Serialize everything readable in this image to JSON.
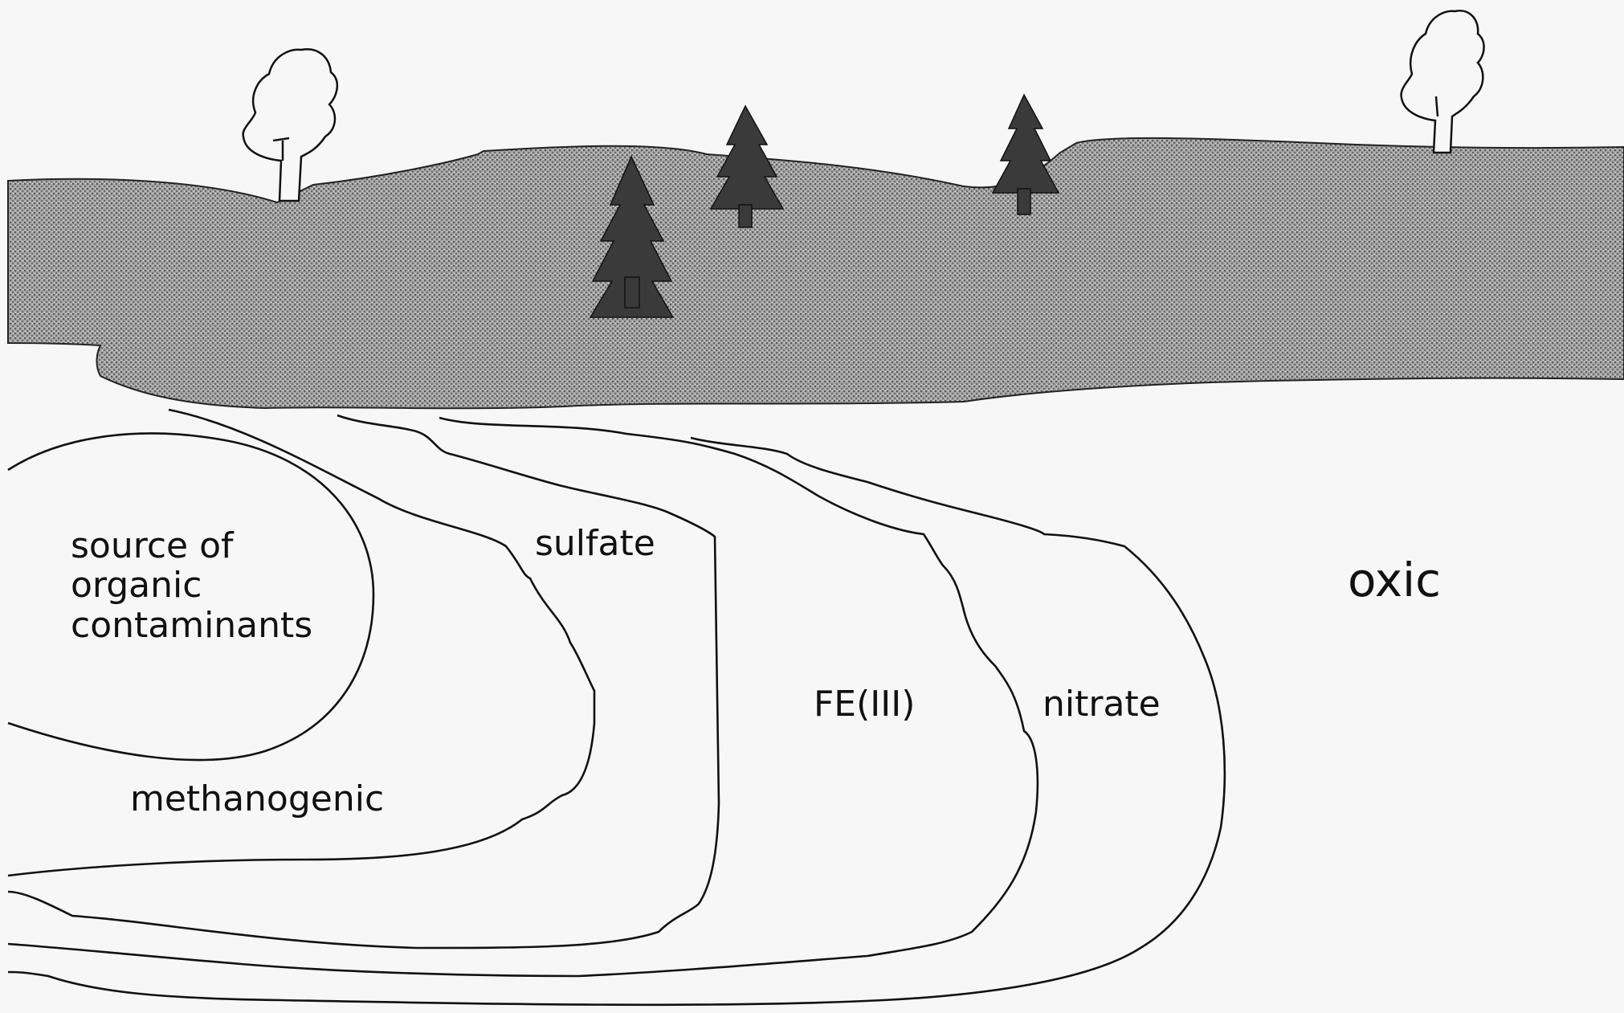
{
  "figure": {
    "description_free": true,
    "colors": {
      "background": "#f7f7f7",
      "line": "#111111",
      "soil_fill": "#9a9a9a",
      "tree_dark": "#3a3a3a"
    },
    "icons": [
      "deciduous-tree-icon",
      "conifer-tree-icon"
    ]
  },
  "zones": {
    "source": "source of\norganic\ncontaminants",
    "methanogenic": "methanogenic",
    "sulfate": "sulfate",
    "fe": "FE(III)",
    "nitrate": "nitrate",
    "oxic": "oxic"
  }
}
